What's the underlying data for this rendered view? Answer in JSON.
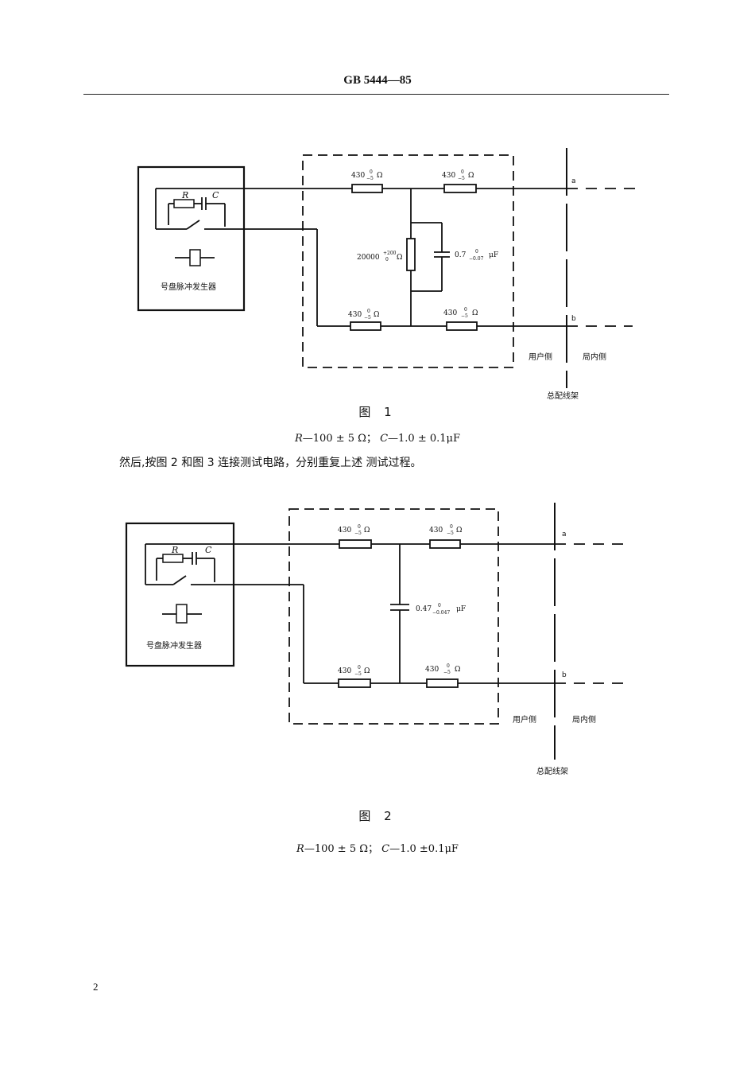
{
  "header": {
    "code": "GB 5444—85"
  },
  "fig1": {
    "res_top_left": "430",
    "res_top_right": "430",
    "res_bot_left": "430",
    "res_bot_right": "430",
    "res_center": "20000",
    "res_center_sup": "+200",
    "res_center_sub": "0",
    "cap_value": "0.7",
    "cap_tol_sup": "0",
    "cap_tol_sub": "−0.07",
    "cap_unit": "μF",
    "tol_sup": "0",
    "tol_sub": "−5",
    "ohm": "Ω",
    "gen_r": "R",
    "gen_c": "C",
    "gen_label": "号盘脉冲发生器",
    "line_a": "a",
    "line_b": "b",
    "user_side": "用户侧",
    "office_side": "局内侧",
    "mdf": "总配线架",
    "caption": "图 1",
    "formula_r_sym": "R",
    "formula_r": "—100 ± 5 Ω；",
    "formula_c_sym": "C",
    "formula_c": "—1.0 ± 0.1μF"
  },
  "paragraph": "然后,按图 2 和图 3 连接测试电路，分别重复上述 测试过程。",
  "fig2": {
    "res_top_left": "430",
    "res_top_right": "430",
    "res_bot_left": "430",
    "res_bot_right": "430",
    "cap_value": "0.47",
    "cap_tol_sup": "0",
    "cap_tol_sub": "−0.047",
    "cap_unit": "μF",
    "tol_sup": "0",
    "tol_sub": "−5",
    "ohm": "Ω",
    "gen_r": "R",
    "gen_c": "C",
    "gen_label": "号盘脉冲发生器",
    "line_a": "a",
    "line_b": "b",
    "user_side": "用户侧",
    "office_side": "局内侧",
    "mdf": "总配线架",
    "caption": "图 2",
    "formula_r_sym": "R",
    "formula_r": "—100 ± 5 Ω；",
    "formula_c_sym": "C",
    "formula_c": "—1.0 ±0.1μF"
  },
  "page_number": "2"
}
